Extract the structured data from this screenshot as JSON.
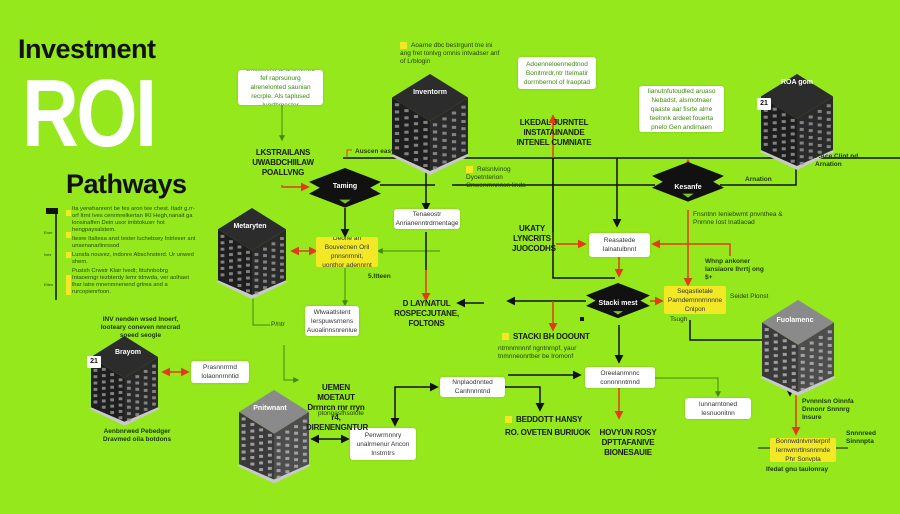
{
  "title": {
    "line1": "Investment",
    "line2": "ROI",
    "line3": "Pathways"
  },
  "legend": {
    "items": [
      {
        "text": "Ita yerwhanrent be fes aron tee chest. Itadr g.rr-orf Itrnt Ives cenrmrelkertan IKI Hegh,nanait ga lonsinaffen Dein usor imbtokusrr hot hengpaysalstem."
      },
      {
        "text": "Itesre Italtesa anst tester luchebsey Intrleser ant unsenanarlinrssod"
      },
      {
        "text": "Lunsfa nouvez, indonre Abschnsterd. Ur unwed shem."
      },
      {
        "text": "Pustsh Crwstr Klair Ivedt; Ittuhnbobrg Intaoerngr tezbterdy lemr tdnwda, ver aolhaet lhar latre mnenmnenend grtrea and a rurcopienrfoon."
      }
    ],
    "markers": [
      "",
      "Ener",
      "Ivez",
      "Ettes"
    ]
  },
  "buildings": [
    {
      "id": "b-inventorm",
      "label": "Inventorm",
      "tag": "",
      "caption": ""
    },
    {
      "id": "b-roi-gom",
      "label": "ROA gom",
      "tag": "21",
      "caption": "P.Ace Clint nd Arnation"
    },
    {
      "id": "b-metaryten",
      "label": "Metaryten",
      "tag": "",
      "caption": ""
    },
    {
      "id": "b-bayom",
      "label": "Brayom",
      "tag": "21",
      "caption": "Aenbnrwed Pebedger Dravmed oila botdons",
      "top_caption": "INV nenden wsed lnoerf, Iooteary coneven nnrcrad soeed seogle"
    },
    {
      "id": "b-pwinmant",
      "label": "Pnitwnant",
      "tag": "",
      "caption": ""
    },
    {
      "id": "b-fundamenc",
      "label": "Fuolamenc",
      "tag": "",
      "caption": ""
    }
  ],
  "diamonds": [
    {
      "id": "d-taming",
      "label": "Taming"
    },
    {
      "id": "d-kesanfe",
      "label": "Kesanfe"
    },
    {
      "id": "d-stacki-mest",
      "label": "Stacki mest"
    }
  ],
  "white_boxes": {
    "top_left": "Bnostesrw af anornmed fef raprsunurg alrenelonted saunian recrple. Als taplused Iunrthmestor",
    "top_mid": "Adoenneloennedtnod Bonitmrdr,ntr Itelmatir dorrnbernol of Iraoptad",
    "top_right": "Iianutnfutoudled aruaso Nebadst, alsrnotnaer qaaste aar fisrte alrre teelnnk ardeet fouerta pnelo Gen andirnaen",
    "metarynted_right": "Tenaeostr Anrianenntrdrnentage",
    "reasonable": "Reasatede Ialnatulbnnt",
    "under_taming": "Wlwaatlstent Ierspuwsrnens Auoalinnsnrenlue",
    "bayom_right": "Prasnnrrmd Iolaonnrnntid",
    "bottom_left_mid": "Penwrmnnry unalrmenur Ancon Instrntrs",
    "bottom_mid": "Nnplaodnnted Canhnnntnd",
    "development": "Oreelanmnnc connnnntmnd",
    "right_mid": "Iunnarntoned Iesnuonitnn"
  },
  "yellow_boxes": {
    "metaryten": "Deone an Bouvecnen Oril pnnsnrnnit, uonthor adennrnt",
    "stacki": "Seqastietale Parndernnnrnnnne Cnlpon",
    "fundamenc_bottom": "Bonnwdnlvnrterpnf Iernwrnrtlnsnnrnde Phr Sonvpla"
  },
  "bold_labels": {
    "left_pathway": "LKSTRAILANS UWABDCHIILAW POALLVNG",
    "top_mid": "LKEDAL JURNTEL INSTATAINANDE INTENEL CUMNIATE",
    "utaty": "UKATY LYNCRITS JUOCODHS",
    "d_laynatul": "D LAYNATUL ROSPECJUTANE, FOLTONS",
    "stacki_bh": "STACKI BH DOOUNT",
    "beddt": "BEDDOTT HANSY",
    "ro_oveten": "RO. OVETEN BURIUOK",
    "hovyun": "HOVYUN ROSY DPTTAFANIVE BIONESAUIE",
    "uemen": "UEMEN MOETAUT Drrnrcn rnr rryn r4, DIRENENGNTUR"
  },
  "small_labels": {
    "top_note": "Aoarne dbc bestrgunt tne ini ang fret tonlvg omnis intvadser anf of Lrblogin",
    "auscen_way": "Auscen easy",
    "relmnlting": "Relsnlvinog Dyoetnterion Onwenrnnnnsn linda",
    "arnation": "Arnation",
    "fmsnnn": "Fnsntnn Ieniebwmt pnvnthea & Pnrnne Iost Inatlaoad",
    "wanp": "Whnp ankoner lansiaore Ihrrtj ong $+",
    "stacki_sub": "ntrnnmnnnf ngntnrnpf, yaur tnmnneonrtber be Iromonf",
    "sdelt": "Seidet Plonst",
    "tsugh": "Tsugh",
    "pvt": "P/ntr",
    "bottom_center": "ptongasfhsolote",
    "five_uo": "5.Itteen",
    "fund_side1": "Pvnnnlsn Oinnfa Dnnonr Snnnrg Insure",
    "fund_side2": "Snnnreed Sinnnpta",
    "fund_bottom": "Ifedat gnu taulonray"
  },
  "colors": {
    "background": "#94e81c",
    "yellow": "#f2e826",
    "arrow_red": "#e33b16",
    "line_black": "#111111",
    "line_green": "#3f8a10"
  }
}
